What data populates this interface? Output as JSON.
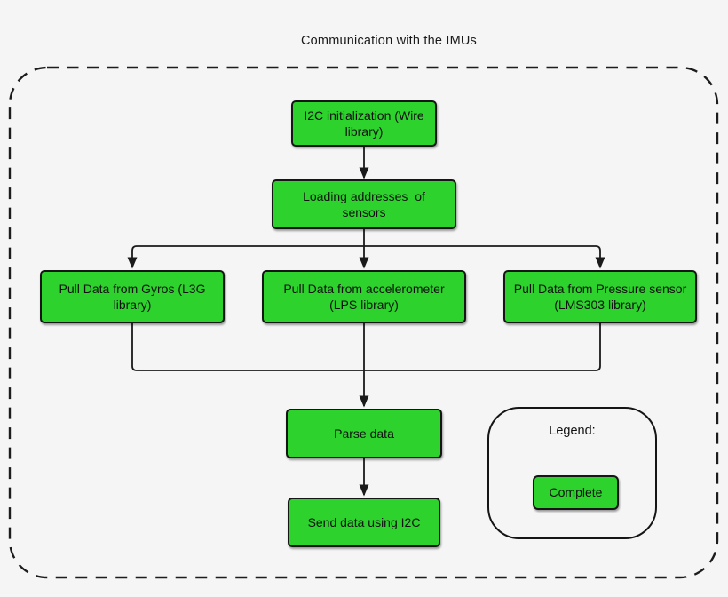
{
  "title": "Communication with the IMUs",
  "colors": {
    "background": "#f5f5f5",
    "node_fill": "#2dd22d",
    "node_border": "#151515",
    "connector": "#1a1a1a"
  },
  "nodes": {
    "init": {
      "label": "I2C initialization (Wire library)"
    },
    "load": {
      "label": "Loading addresses  of sensors"
    },
    "gyros": {
      "label": "Pull Data from Gyros (L3G library)"
    },
    "accel": {
      "label": "Pull Data from accelerometer (LPS library)"
    },
    "pressure": {
      "label": "Pull Data from Pressure sensor (LMS303 library)"
    },
    "parse": {
      "label": "Parse data"
    },
    "send": {
      "label": "Send data using I2C"
    }
  },
  "legend": {
    "title": "Legend:",
    "items": [
      {
        "label": "Complete",
        "color": "#2dd22d",
        "meaning": "Complete"
      }
    ]
  }
}
